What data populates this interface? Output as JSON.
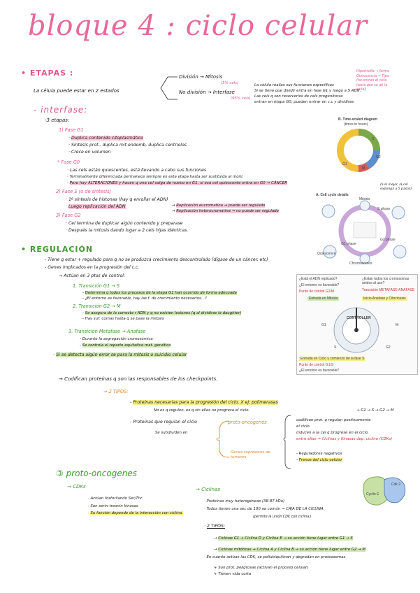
{
  "title": "bloque 4 : ciclo celular",
  "etapas": {
    "heading": "• ETAPAS :",
    "lead": "La célula puede estar en 2 estados",
    "division": "División → Mitosis",
    "division_note": "(5% cels)",
    "no_division": "No división → Interfase",
    "no_division_note": "(95% cels)",
    "interfase_text": [
      "La célula realiza sus funciones específicas",
      "Si se tiene que dividir entra en fase G1 y luego a S ADN.",
      "Las cels q son reservorios de cels progenitoras",
      "entran en etapa G0, pueden entrar en c.c y dividirse."
    ],
    "hipertrofia": [
      "Hipertrofia → forma",
      "Quiescencia → Tipo",
      "(no entran al ciclo",
      "hasta que se dé la",
      "señal)"
    ]
  },
  "interfase": {
    "heading": "- interfase:",
    "stages": "-3 etapas:",
    "g1_title": "1) Fase G1",
    "g1_items": [
      "Duplica contenido citoplasmático",
      "Síntesis prot., duplica mit endomb, duplica centriolos",
      "Crece en volumen"
    ],
    "g0_title": "* Fase G0",
    "g0_items": [
      "Las cels están quiescentes, está llevando a cabo sus funciones",
      "Terminalmente diferenciada permanece siempre en esta etapa hasta ser sustituida al morir.",
      "Pero hay ALTERACIONES y hacen q una cel salga de nuevo en G1, si esa cel quiescente entra en G0 → CÁNCER"
    ],
    "cancer_note": "(a lo mejor, la cel exponga a 5 pasos)",
    "s_title": "2) Fase S (o de síntesis)",
    "s_items": [
      "1º síntesis de histonas (hay q enrollar el ADN)",
      "Luego replicación del ADN"
    ],
    "s_branches": [
      "Replicación eucromatina → puede ser regulado",
      "Replicación heterocromatina → no puede ser regulado"
    ],
    "g2_title": "3) Fase G2",
    "g2_items": [
      "Cel termina de duplicar algún contenido y preparase",
      "Después la mitosis dando lugar a 2 cels hijas idénticas."
    ]
  },
  "diagram1": {
    "title": "B. Time-scaled diagram",
    "subtitle": "(times in hours)",
    "labels": [
      "G1",
      "S",
      "G2",
      "M"
    ]
  },
  "diagram2": {
    "title": "A. Cell cycle details",
    "labels": [
      "G1 phase",
      "S phase",
      "G2 phase",
      "Mitosis",
      "Quiescence",
      "Chromosomes"
    ]
  },
  "regulacion": {
    "heading": "• REGULACIÓN",
    "items": [
      "Tiene q estar + regulado para q no se produzca crecimiento descontrolado (dígase de un cáncer, etc)",
      "Genes implicados en la progresión del c.c."
    ],
    "action": "→ Actúan en 3 ptos de control:",
    "t1_title": "1. Transición G1 → S",
    "t1_items": [
      "Determina q todos los procesos de la etapa G1 han ocurrido de forma adecuada",
      "¿El entorno es favorable, hay las f. de crecimiento necesarios...?"
    ],
    "t2_title": "2. Transición G2 → M",
    "t2_items": [
      "Se asegura de la correcta r ADN y q no existen lesiones (q al dividirse la daughter)",
      "Hay suf. comas hasta q se pase la mitosis"
    ],
    "t3_title": "3. Transición Metafase → Anafase",
    "t3_items": [
      "Durante la segregación cromosómica",
      "Se controla el reparto equitativo mat. genético"
    ],
    "error_note": "Si se detecta algún error se para la mitosis o suicidio celular",
    "codify": "→ Codifican proteínas q son las responsables de los checkpoints.",
    "two_types": "→ 2 TIPOS:",
    "type1": "Proteínas necesarias para la progresión del ciclo. X ej: polimerasas",
    "type1_note": "No es q regulen, es q sin ellas no progresa el ciclo.",
    "type2": "Proteínas que regulan el ciclo",
    "subdivide": "Se subdividen en",
    "proto": "proto-oncogenes",
    "supresores": "Genes supresores de tumores",
    "proto_desc": [
      "codifican prot. q regulan positivamente",
      "el ciclo",
      "inducen a la cel q progrese en el ciclo.",
      "entre ellas → Ciclinas y Kinasas dep. ciclina (CDKs)"
    ],
    "sup_desc": [
      "Reguladores negativos",
      "Frenos del ciclo celular"
    ],
    "path": "→ G1 → S → G2 → M"
  },
  "controller": {
    "q1": "¿Está el ADN replicado?",
    "q2": "¿El entorno es favorable?",
    "p1": "Punto de control G2/M",
    "p2": "Entrada en Mitosis",
    "q3": "¿Están todos los cromosomas unidos al uso?",
    "p3": "Transición METAFASE-ANAFASE",
    "p4": "Inicio Anafase y Citocinesis",
    "center": "CONTROLLER",
    "p5": "Entrada en Ciclo y comienzo de la fase S",
    "p6": "Punto de control G1/S",
    "q4": "¿El entorno es favorable?",
    "phases": [
      "G1",
      "S",
      "G2",
      "M"
    ]
  },
  "protooncogenes": {
    "heading": "③ proto-oncogenes",
    "cdk_title": "→ CDKs",
    "cdk_items": [
      "Actúan fosforilando Ser/Thr.",
      "Son serin-treonin kinasas",
      "Su función depende de la interacción con ciclina."
    ],
    "ciclina_title": "→ Ciclinas",
    "ciclina_items": [
      "Proteínas muy heterogéneas (38-87 kDa)",
      "Todos tienen una sec de 100 aa común → CAJA DE LA CICLINA",
      "(permite la unión CDK con ciclina.)"
    ],
    "two_types": "2 TIPOS:",
    "type_g1": "Ciclinas G1 → Ciclina D y Ciclina E → su acción tiene lugar entre G1 → S",
    "type_mit": "Ciclinas mitóticas → Ciclina A y Ciclina B → su acción tiene lugar entre G2 → M",
    "degradation": "En cuanto actúan las CDK, se poliubiquitinan y degradan en proteasomas",
    "deg_items": [
      "Son prot. peligrosas (activan el proceso celular)",
      "Tienen vida corta"
    ],
    "img_labels": [
      "Cdk 2",
      "Cyclin E"
    ]
  }
}
